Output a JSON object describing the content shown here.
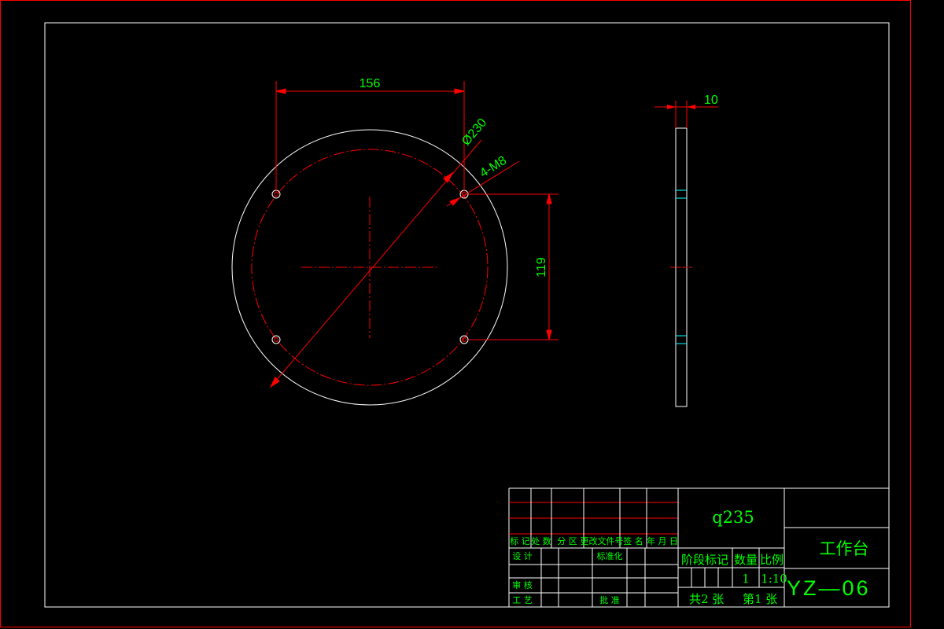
{
  "drawing": {
    "material": "q235",
    "part_name": "工作台",
    "drawing_number": "YZ—06",
    "colors": {
      "background": "#000000",
      "outline": "#ffffff",
      "frame": "#ff0000",
      "text": "#00ff00",
      "center_line": "#ff0000",
      "cyan": "#00ffff"
    }
  },
  "dimensions": {
    "hole_spacing_x": "156",
    "pitch_diameter": "Ø230",
    "holes": "4-M8",
    "hole_spacing_y": "119",
    "thickness": "10"
  },
  "title_block": {
    "revision_headers": {
      "mark": "标 记",
      "count": "处 数",
      "zone": "分 区",
      "change_doc": "更改文件号",
      "signature": "签 名",
      "date": "年 月 日"
    },
    "design": "设 计",
    "standardization": "标准化",
    "review": "审 核",
    "process": "工 艺",
    "approve": "批 准",
    "stage_mark": "阶段标记",
    "quantity_label": "数量",
    "scale_label": "比例",
    "quantity": "1",
    "scale": "1:10",
    "total_sheets": "共2 张",
    "sheet_no": "第1 张"
  }
}
